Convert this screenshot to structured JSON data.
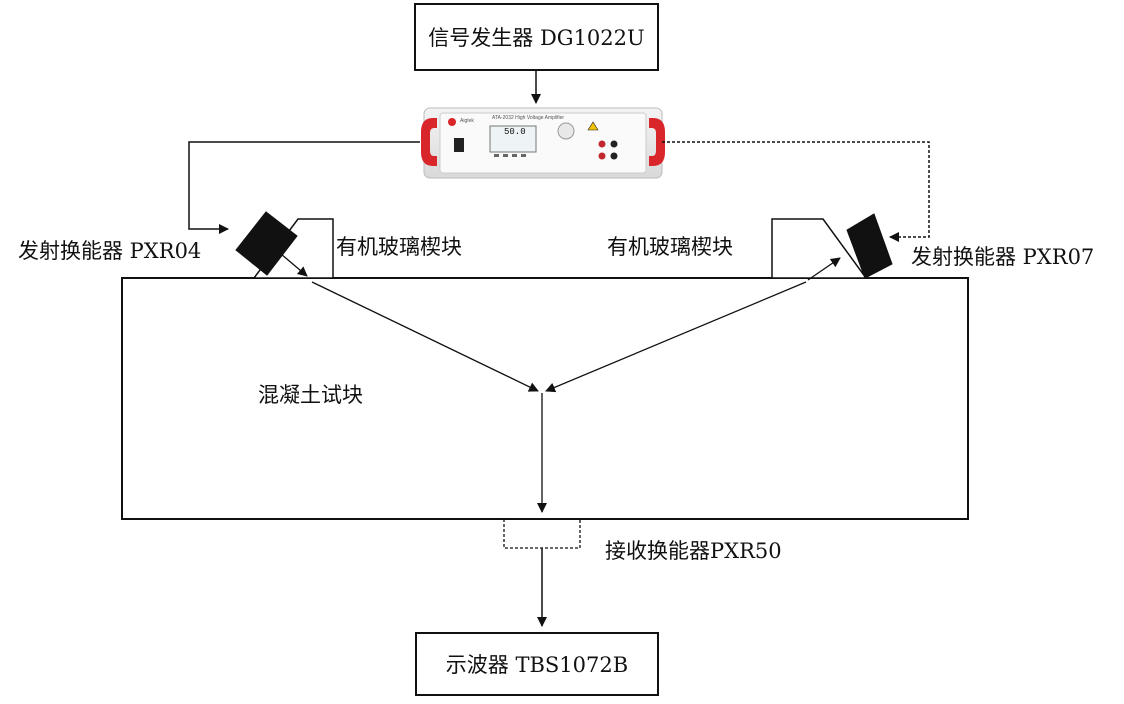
{
  "boxes": {
    "signal_generator": "信号发生器 DG1022U",
    "oscilloscope": "示波器 TBS1072B"
  },
  "amplifier": {
    "brand": "Aigtek",
    "model": "ATA-2032 High Voltage Amplifier",
    "display_value": "50.0"
  },
  "labels": {
    "transmitter_left": "发射换能器 PXR04",
    "wedge_left": "有机玻璃楔块",
    "wedge_right": "有机玻璃楔块",
    "transmitter_right": "发射换能器 PXR07",
    "concrete": "混凝土试块",
    "receiver": "接收换能器PXR50"
  }
}
